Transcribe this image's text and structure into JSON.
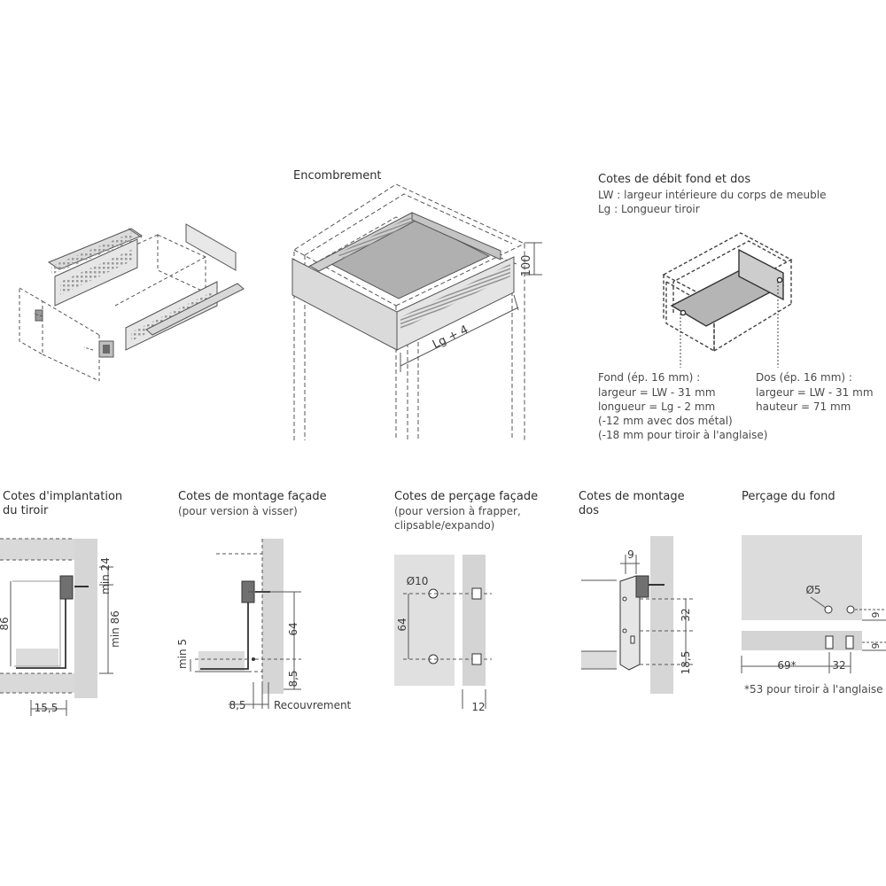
{
  "encombrement": {
    "title": "Encombrement",
    "dim_height": "100",
    "dim_length": "Lg + 4"
  },
  "debit": {
    "title": "Cotes de débit fond et dos",
    "line_lw": "LW : largeur intérieure du corps de meuble",
    "line_lg": "Lg : Longueur tiroir",
    "fond_lines": [
      "Fond (ép. 16 mm) :",
      "largeur = LW - 31 mm",
      "longueur = Lg - 2 mm",
      "(-12 mm avec dos métal)",
      "(-18 mm pour tiroir à l'anglaise)"
    ],
    "dos_lines": [
      "Dos (ép. 16 mm) :",
      "largeur = LW - 31 mm",
      "hauteur = 71 mm"
    ]
  },
  "implantation": {
    "title_1": "Cotes d'implantation",
    "title_2": "du tiroir",
    "dim_min24": "min 24",
    "dim_86": "86",
    "dim_min86": "min 86",
    "dim_15_5": "15,5"
  },
  "montage_facade": {
    "title": "Cotes de montage façade",
    "subtitle": "(pour version à visser)",
    "dim_64": "64",
    "dim_min5": "min 5",
    "dim_8_5_v": "8,5",
    "dim_8_5_h": "8,5",
    "recouvrement": "Recouvrement"
  },
  "percage_facade": {
    "title": "Cotes de perçage façade",
    "subtitle_1": "(pour version à frapper,",
    "subtitle_2": "clipsable/expando)",
    "dim_d10": "Ø10",
    "dim_64": "64",
    "dim_12": "12"
  },
  "montage_dos": {
    "title_1": "Cotes de montage",
    "title_2": "dos",
    "dim_9": "9",
    "dim_32": "32",
    "dim_18_5": "18,5"
  },
  "percage_fond": {
    "title": "Perçage du fond",
    "dim_d5": "Ø5",
    "dim_9_top": "9",
    "dim_9_bot": "9",
    "dim_69": "69*",
    "dim_32": "32",
    "note": "*53 pour tiroir à l'anglaise"
  }
}
